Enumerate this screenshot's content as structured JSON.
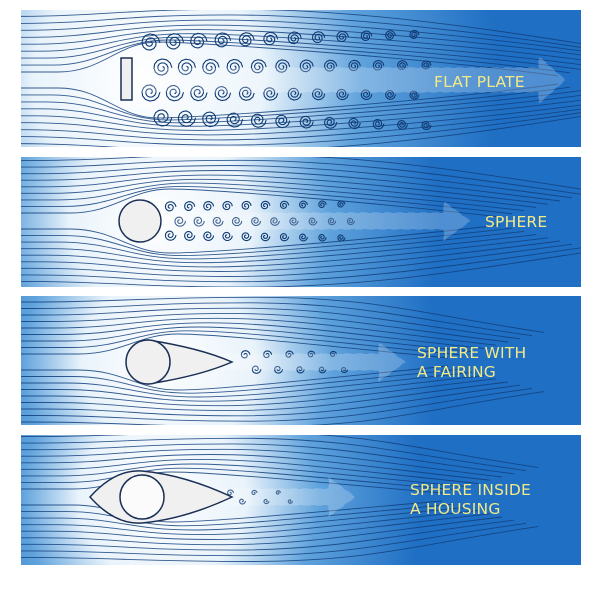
{
  "colors": {
    "background": "#ffffff",
    "flow_blue": "#1f6fc4",
    "flow_light": "#e9f3fb",
    "streamline": "#123f7c",
    "vortex": "#103b74",
    "label": "#f3ea86",
    "object_fill": "#f0f0f0",
    "object_stroke": "#1a2f55"
  },
  "panels": [
    {
      "label_lines": [
        "FLAT PLATE"
      ],
      "object": "flat-plate"
    },
    {
      "label_lines": [
        "SPHERE"
      ],
      "object": "sphere"
    },
    {
      "label_lines": [
        "SPHERE WITH",
        "A FAIRING"
      ],
      "object": "sphere-with-fairing"
    },
    {
      "label_lines": [
        "SPHERE INSIDE",
        "A HOUSING"
      ],
      "object": "sphere-inside-housing"
    }
  ]
}
